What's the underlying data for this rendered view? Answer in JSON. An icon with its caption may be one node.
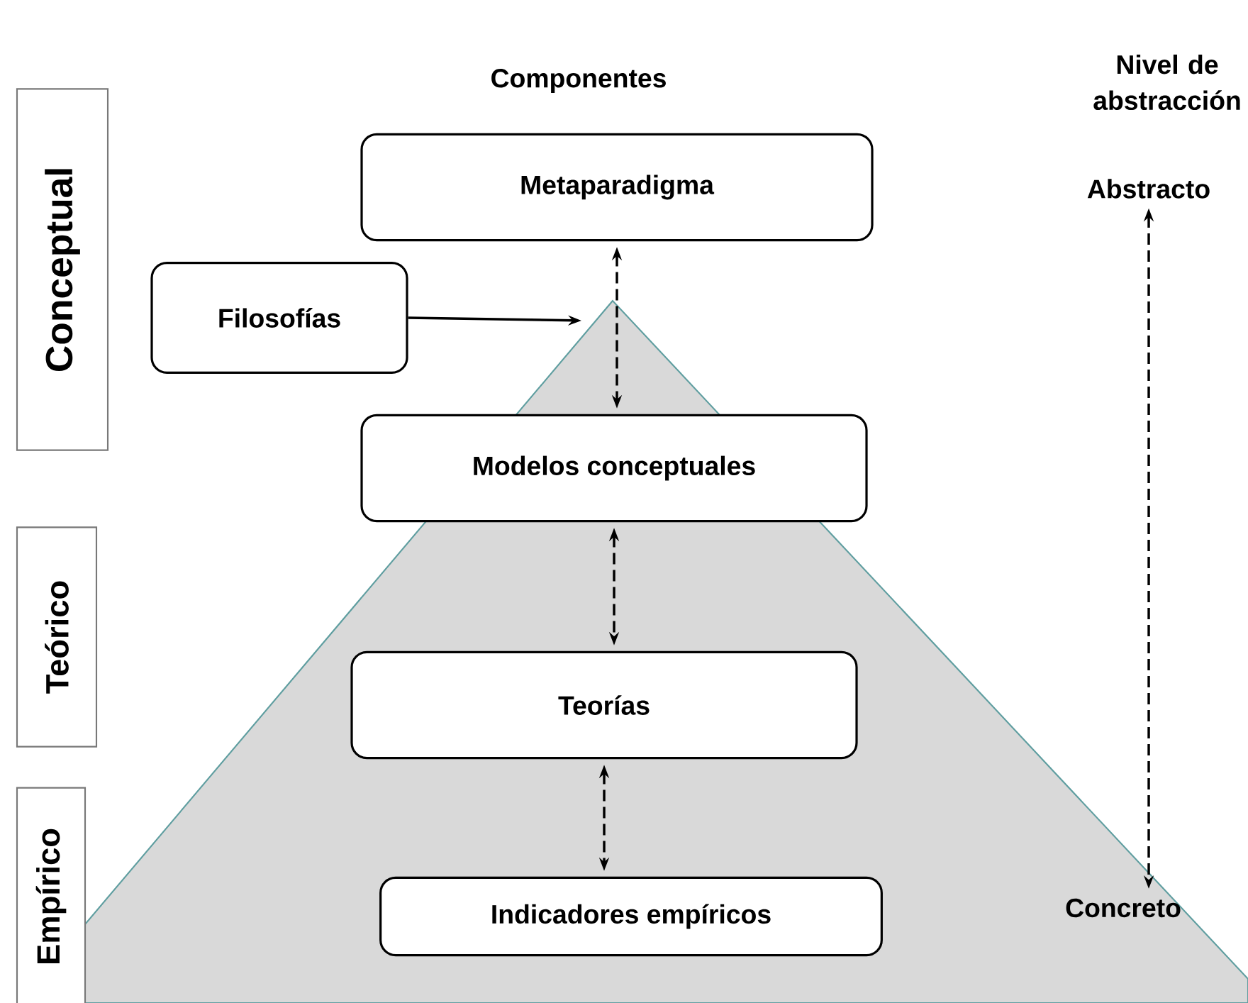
{
  "diagram": {
    "nodes": [
      {
        "text": [
          "Conceptual"
        ]
      },
      {
        "text": [
          "Teórico"
        ]
      },
      {
        "text": [
          "Empírico"
        ]
      },
      {
        "text": [
          "Metaparadigma"
        ]
      },
      {
        "text": [
          "Filosofías"
        ]
      },
      {
        "text": [
          "Modelos conceptuales"
        ]
      },
      {
        "text": [
          "Teorías"
        ]
      },
      {
        "text": [
          "Indicadores empíricos"
        ]
      },
      {
        "text": [
          "Abstracto"
        ]
      },
      {
        "text": [
          "Concreto"
        ]
      }
    ],
    "edges": [
      {
        "from": 4,
        "to": null,
        "arrow": "to"
      },
      {
        "from": 3,
        "to": 5,
        "arrow": "both",
        "style": "dashed"
      },
      {
        "from": 5,
        "to": 6,
        "arrow": "both",
        "style": "dashed"
      },
      {
        "from": 6,
        "to": 7,
        "arrow": "both",
        "style": "dashed"
      },
      {
        "from": 8,
        "to": 9,
        "arrow": "both",
        "style": "dashed"
      }
    ],
    "labels": [
      "Componentes",
      "Nivel de abstracción"
    ]
  }
}
